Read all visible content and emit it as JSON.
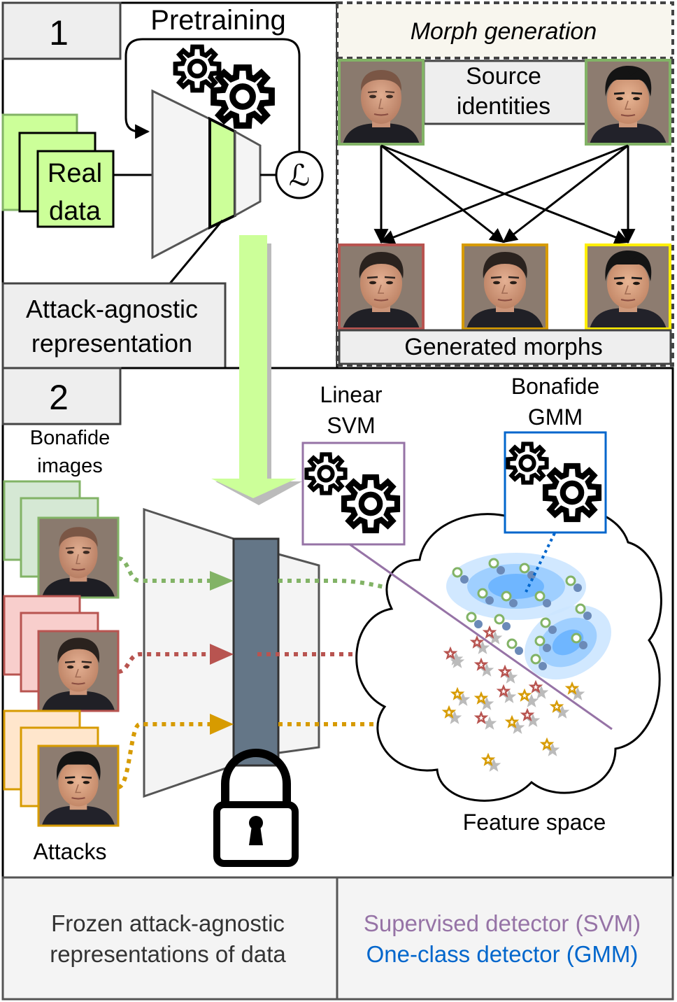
{
  "panel1": {
    "number": "1",
    "title": "Pretraining",
    "real_data_line1": "Real",
    "real_data_line2": "data",
    "loss_symbol": "ℒ",
    "representation_line1": "Attack-agnostic",
    "representation_line2": "representation"
  },
  "morph": {
    "title": "Morph generation",
    "source_line1": "Source",
    "source_line2": "identities",
    "generated": "Generated morphs"
  },
  "panel2": {
    "number": "2",
    "bonafide_line1": "Bonafide",
    "bonafide_line2": "images",
    "attacks": "Attacks",
    "svm_line1": "Linear",
    "svm_line2": "SVM",
    "gmm_line1": "Bonafide",
    "gmm_line2": "GMM",
    "feature_space": "Feature space"
  },
  "footer": {
    "left_line1": "Frozen attack-agnostic",
    "left_line2": "representations of data",
    "right_line1": "Supervised detector (SVM)",
    "right_line2": "One-class detector (GMM)"
  },
  "colors": {
    "green": "#82b366",
    "red": "#b85450",
    "orange": "#d79b00",
    "yellow": "#ffee00",
    "purple": "#9673a6",
    "blue": "#0066cc",
    "slate": "#647687",
    "lime": "#ccff99"
  }
}
